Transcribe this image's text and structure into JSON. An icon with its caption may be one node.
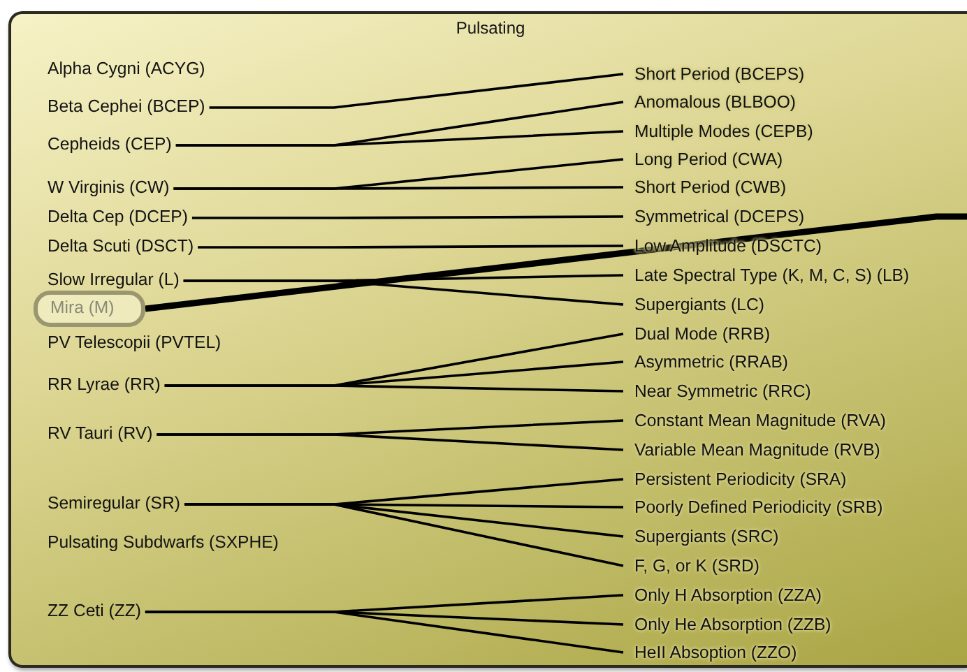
{
  "diagram": {
    "nodes": [
      {
        "text": [
          "Pulsating"
        ]
      },
      {
        "text": [
          "Alpha Cygni (ACYG)"
        ],
        "in": 0
      },
      {
        "text": [
          "Beta Cephei (BCEP)"
        ],
        "in": 0
      },
      {
        "text": [
          "Cepheids (CEP)"
        ],
        "in": 0
      },
      {
        "text": [
          "W Virginis (CW)"
        ],
        "in": 0
      },
      {
        "text": [
          "Delta Cep (DCEP)"
        ],
        "in": 0
      },
      {
        "text": [
          "Delta Scuti (DSCT)"
        ],
        "in": 0
      },
      {
        "text": [
          "Slow Irregular (L)"
        ],
        "in": 0
      },
      {
        "text": [
          "Mira (M)"
        ],
        "in": 0
      },
      {
        "text": [
          "PV Telescopii (PVTEL)"
        ],
        "in": 0
      },
      {
        "text": [
          "RR Lyrae (RR)"
        ],
        "in": 0
      },
      {
        "text": [
          "RV Tauri (RV)"
        ],
        "in": 0
      },
      {
        "text": [
          "Semiregular (SR)"
        ],
        "in": 0
      },
      {
        "text": [
          "Pulsating Subdwarfs (SXPHE)"
        ],
        "in": 0
      },
      {
        "text": [
          "ZZ Ceti (ZZ)"
        ],
        "in": 0
      },
      {
        "text": [
          "Short Period (BCEPS)"
        ],
        "in": 0
      },
      {
        "text": [
          "Anomalous (BLBOO)"
        ],
        "in": 0
      },
      {
        "text": [
          "Multiple Modes (CEPB)"
        ],
        "in": 0
      },
      {
        "text": [
          "Long Period (CWA)"
        ],
        "in": 0
      },
      {
        "text": [
          "Short Period (CWB)"
        ],
        "in": 0
      },
      {
        "text": [
          "Symmetrical (DCEPS)"
        ],
        "in": 0
      },
      {
        "text": [
          "Low Amplitude (DSCTC)"
        ],
        "in": 0
      },
      {
        "text": [
          "Late Spectral Type (K, M, C, S) (LB)"
        ],
        "in": 0
      },
      {
        "text": [
          "Supergiants (LC)"
        ],
        "in": 0
      },
      {
        "text": [
          "Dual Mode (RRB)"
        ],
        "in": 0
      },
      {
        "text": [
          "Asymmetric (RRAB)"
        ],
        "in": 0
      },
      {
        "text": [
          "Near Symmetric (RRC)"
        ],
        "in": 0
      },
      {
        "text": [
          "Constant Mean Magnitude (RVA)"
        ],
        "in": 0
      },
      {
        "text": [
          "Variable Mean Magnitude (RVB)"
        ],
        "in": 0
      },
      {
        "text": [
          "Persistent Periodicity (SRA)"
        ],
        "in": 0
      },
      {
        "text": [
          "Poorly Defined Periodicity (SRB)"
        ],
        "in": 0
      },
      {
        "text": [
          "Supergiants (SRC)"
        ],
        "in": 0
      },
      {
        "text": [
          "F, G, or K (SRD)"
        ],
        "in": 0
      },
      {
        "text": [
          "Only H Absorption (ZZA)"
        ],
        "in": 0
      },
      {
        "text": [
          "Only He Absorption (ZZB)"
        ],
        "in": 0
      },
      {
        "text": [
          "HeII Absoption (ZZO)"
        ],
        "in": 0
      }
    ],
    "edges": [
      {
        "from": 2,
        "to": 15,
        "arrow": "none"
      },
      {
        "from": 3,
        "to": 16,
        "arrow": "none"
      },
      {
        "from": 3,
        "to": 17,
        "arrow": "none"
      },
      {
        "from": 4,
        "to": 18,
        "arrow": "none"
      },
      {
        "from": 4,
        "to": 19,
        "arrow": "none"
      },
      {
        "from": 5,
        "to": 20,
        "arrow": "none"
      },
      {
        "from": 6,
        "to": 21,
        "arrow": "none"
      },
      {
        "from": 7,
        "to": 22,
        "arrow": "none"
      },
      {
        "from": 7,
        "to": 23,
        "arrow": "none"
      },
      {
        "from": 8,
        "to": null,
        "arrow": "none",
        "style": "thick"
      },
      {
        "from": 10,
        "to": 24,
        "arrow": "none"
      },
      {
        "from": 10,
        "to": 25,
        "arrow": "none"
      },
      {
        "from": 10,
        "to": 26,
        "arrow": "none"
      },
      {
        "from": 11,
        "to": 27,
        "arrow": "none"
      },
      {
        "from": 11,
        "to": 28,
        "arrow": "none"
      },
      {
        "from": 12,
        "to": 29,
        "arrow": "none"
      },
      {
        "from": 12,
        "to": 30,
        "arrow": "none"
      },
      {
        "from": 12,
        "to": 31,
        "arrow": "none"
      },
      {
        "from": 12,
        "to": 32,
        "arrow": "none"
      },
      {
        "from": 14,
        "to": 33,
        "arrow": "none"
      },
      {
        "from": 14,
        "to": 34,
        "arrow": "none"
      },
      {
        "from": 14,
        "to": 35,
        "arrow": "none"
      }
    ]
  }
}
